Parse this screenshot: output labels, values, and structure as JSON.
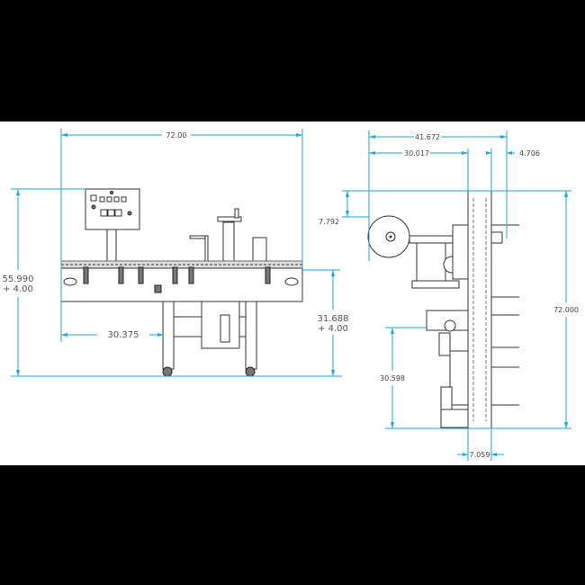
{
  "drawing": {
    "front_view": {
      "overall_width": "72.00",
      "overall_height": "55.990",
      "overall_height_adj": "+ 4.00",
      "conveyor_height": "31.688",
      "conveyor_height_adj": "+ 4.00",
      "leg_offset": "30.375"
    },
    "side_view": {
      "overall_depth": "41.672",
      "depth_to_conveyor": "30.017",
      "right_offset": "4.706",
      "top_offset": "7.792",
      "overall_length": "72.000",
      "lower_offset": "30.598",
      "conveyor_width": "7.059"
    },
    "colors": {
      "dimension": "#1ea7dd",
      "background": "#ffffff",
      "band": "#000000"
    }
  }
}
